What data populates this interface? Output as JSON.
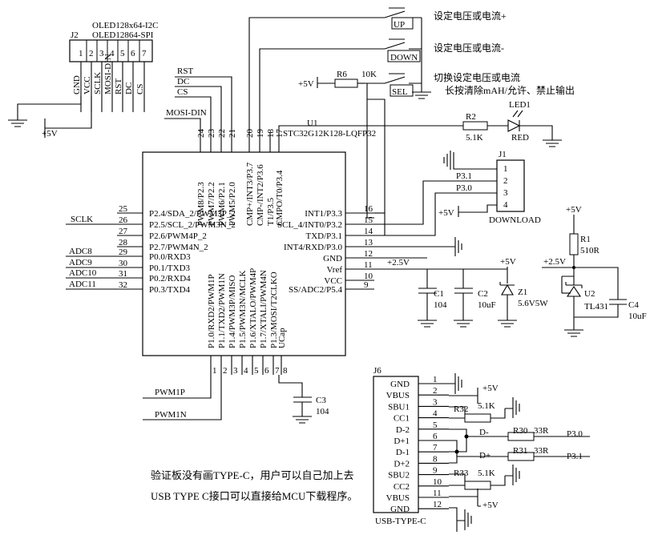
{
  "oled": {
    "ref": "J2",
    "title1": "OLED128x64-I2C",
    "title2": "OLED12864-SPI",
    "pin_nums": [
      "1",
      "2",
      "3",
      "4",
      "5",
      "6",
      "7"
    ],
    "pin_names": [
      "GND",
      "VCC",
      "SCLK",
      "MOSI-DIN",
      "RST",
      "DC",
      "CS"
    ],
    "power": "+5V"
  },
  "nets": {
    "rst": "RST",
    "dc": "DC",
    "cs": "CS",
    "mosi": "MOSI-DIN",
    "sclk": "SCLK",
    "adc8": "ADC8",
    "adc9": "ADC9",
    "adc10": "ADC10",
    "adc11": "ADC11",
    "pwm1p": "PWM1P",
    "pwm1n": "PWM1N",
    "p30": "P3.0",
    "p31": "P3.1",
    "p5v": "+5V",
    "p2v5": "+2.5V",
    "dminus": "D-",
    "dplus": "D+"
  },
  "mcu": {
    "ref": "U1",
    "part": "STC32G12K128-LQFP32",
    "top_pins": [
      {
        "num": "24",
        "name": "PWM8/P2.3"
      },
      {
        "num": "23",
        "name": "PWM7/P2.2"
      },
      {
        "num": "22",
        "name": "PWM6/P2.1"
      },
      {
        "num": "21",
        "name": "PWM5/P2.0"
      },
      {
        "num": "20",
        "name": "CMP+/INT3/P3.7"
      },
      {
        "num": "19",
        "name": "CMP-/INT2/P3.6"
      },
      {
        "num": "18",
        "name": "T1/P3.5"
      },
      {
        "num": "17",
        "name": "CMPO/T0/P3.4"
      }
    ],
    "left_pins": [
      {
        "num": "25",
        "name": "P2.4/SDA_2/PWM3P_2"
      },
      {
        "num": "26",
        "name": "P2.5/SCL_2/PWM3N_2"
      },
      {
        "num": "27",
        "name": "P2.6/PWM4P_2"
      },
      {
        "num": "28",
        "name": "P2.7/PWM4N_2"
      },
      {
        "num": "29",
        "name": "P0.0/RXD3"
      },
      {
        "num": "30",
        "name": "P0.1/TXD3"
      },
      {
        "num": "31",
        "name": "P0.2/RXD4"
      },
      {
        "num": "32",
        "name": "P0.3/TXD4"
      }
    ],
    "right_pins": [
      {
        "num": "16",
        "name": "INT1/P3.3"
      },
      {
        "num": "15",
        "name": "SCL_4/INT0/P3.2"
      },
      {
        "num": "14",
        "name": "TXD/P3.1"
      },
      {
        "num": "13",
        "name": "INT4/RXD/P3.0"
      },
      {
        "num": "12",
        "name": "GND"
      },
      {
        "num": "11",
        "name": "Vref"
      },
      {
        "num": "10",
        "name": "VCC"
      },
      {
        "num": "9",
        "name": "SS/ADC2/P5.4"
      }
    ],
    "bottom_pins": [
      {
        "num": "1",
        "name": "P1.0/RXD2/PWM1P"
      },
      {
        "num": "2",
        "name": "P1.1/TXD2/PWM1N"
      },
      {
        "num": "3",
        "name": "P1.4/PWM3P/MISO"
      },
      {
        "num": "4",
        "name": "P1.5/PWM3N/MCLK"
      },
      {
        "num": "5",
        "name": "P1.6/XTALO/PWM4P"
      },
      {
        "num": "6",
        "name": "P1.7/XTALI/PWM4N"
      },
      {
        "num": "7",
        "name": "P1.3/MOSI/T2CLKO"
      },
      {
        "num": "8",
        "name": "UCap"
      }
    ]
  },
  "buttons": {
    "up": "UP",
    "down": "DOWN",
    "sel": "SEL",
    "up_desc": "设定电压或电流+",
    "down_desc": "设定电压或电流-",
    "sel_desc1": "切换设定电压或电流",
    "sel_desc2": "长按清除mAH/允许、禁止输出"
  },
  "parts": {
    "r6": "R6",
    "r6_val": "10K",
    "r2": "R2",
    "r2_val": "5.1K",
    "led1": "LED1",
    "led1_val": "RED",
    "c1": "C1",
    "c1_val": "104",
    "c2": "C2",
    "c2_val": "10uF",
    "z1": "Z1",
    "z1_val": "5.6V5W",
    "c3": "C3",
    "c3_val": "104",
    "r1": "R1",
    "r1_val": "510R",
    "u2": "U2",
    "u2_val": "TL431",
    "c4": "C4",
    "c4_val": "10uF",
    "r32": "R32",
    "r32_val": "5.1K",
    "r33": "R33",
    "r33_val": "5.1K",
    "r30": "R30",
    "r30_val": "33R",
    "r31": "R31",
    "r31_val": "33R"
  },
  "download": {
    "ref": "J1",
    "label": "DOWNLOAD",
    "pin_nums": [
      "1",
      "2",
      "3",
      "4"
    ]
  },
  "usb": {
    "ref": "J6",
    "label": "USB-TYPE-C",
    "pin_names": [
      "GND",
      "VBUS",
      "SBU1",
      "CC1",
      "D-2",
      "D+1",
      "D-1",
      "D+2",
      "SBU2",
      "CC2",
      "VBUS",
      "GND"
    ],
    "pin_nums": [
      "1",
      "2",
      "3",
      "4",
      "5",
      "6",
      "7",
      "8",
      "9",
      "10",
      "11",
      "12"
    ]
  },
  "note": {
    "line1": "验证板没有画TYPE-C，用户可以自己加上去",
    "line2": "USB TYPE C接口可以直接给MCU下载程序。"
  }
}
